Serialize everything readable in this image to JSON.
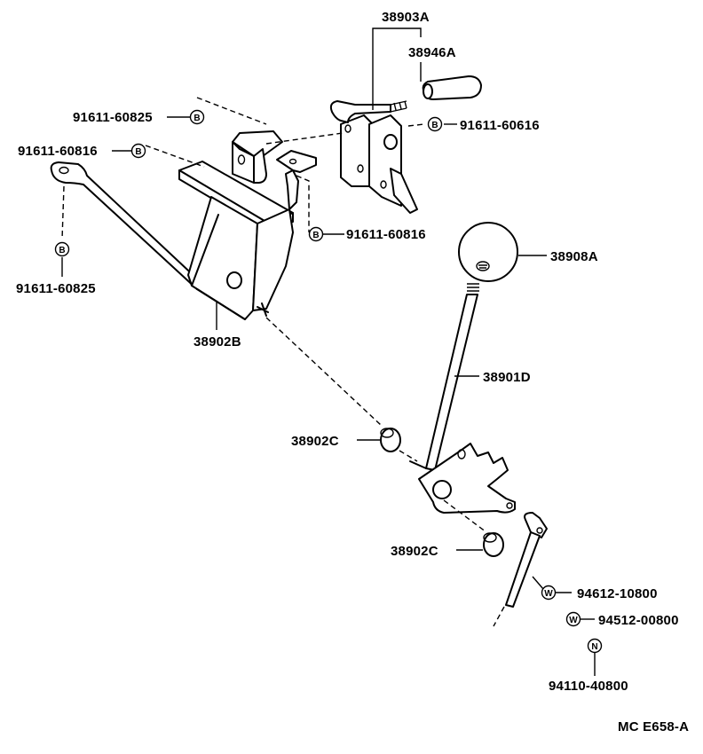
{
  "diagram_id": "MC E658-A",
  "parts": {
    "p38903A": "38903A",
    "p38946A": "38946A",
    "p91611_60616": "91611-60616",
    "p91611_60825_top": "91611-60825",
    "p91611_60816_left": "91611-60816",
    "p91611_60816_right": "91611-60816",
    "p91611_60825_left": "91611-60825",
    "p38908A": "38908A",
    "p38902B": "38902B",
    "p38901D": "38901D",
    "p38902C_upper": "38902C",
    "p38902C_lower": "38902C",
    "p94612_10800": "94612-10800",
    "p94512_00800": "94512-00800",
    "p94110_40800": "94110-40800"
  },
  "badges": {
    "bolt": "B",
    "washer": "W",
    "nut": "N"
  }
}
